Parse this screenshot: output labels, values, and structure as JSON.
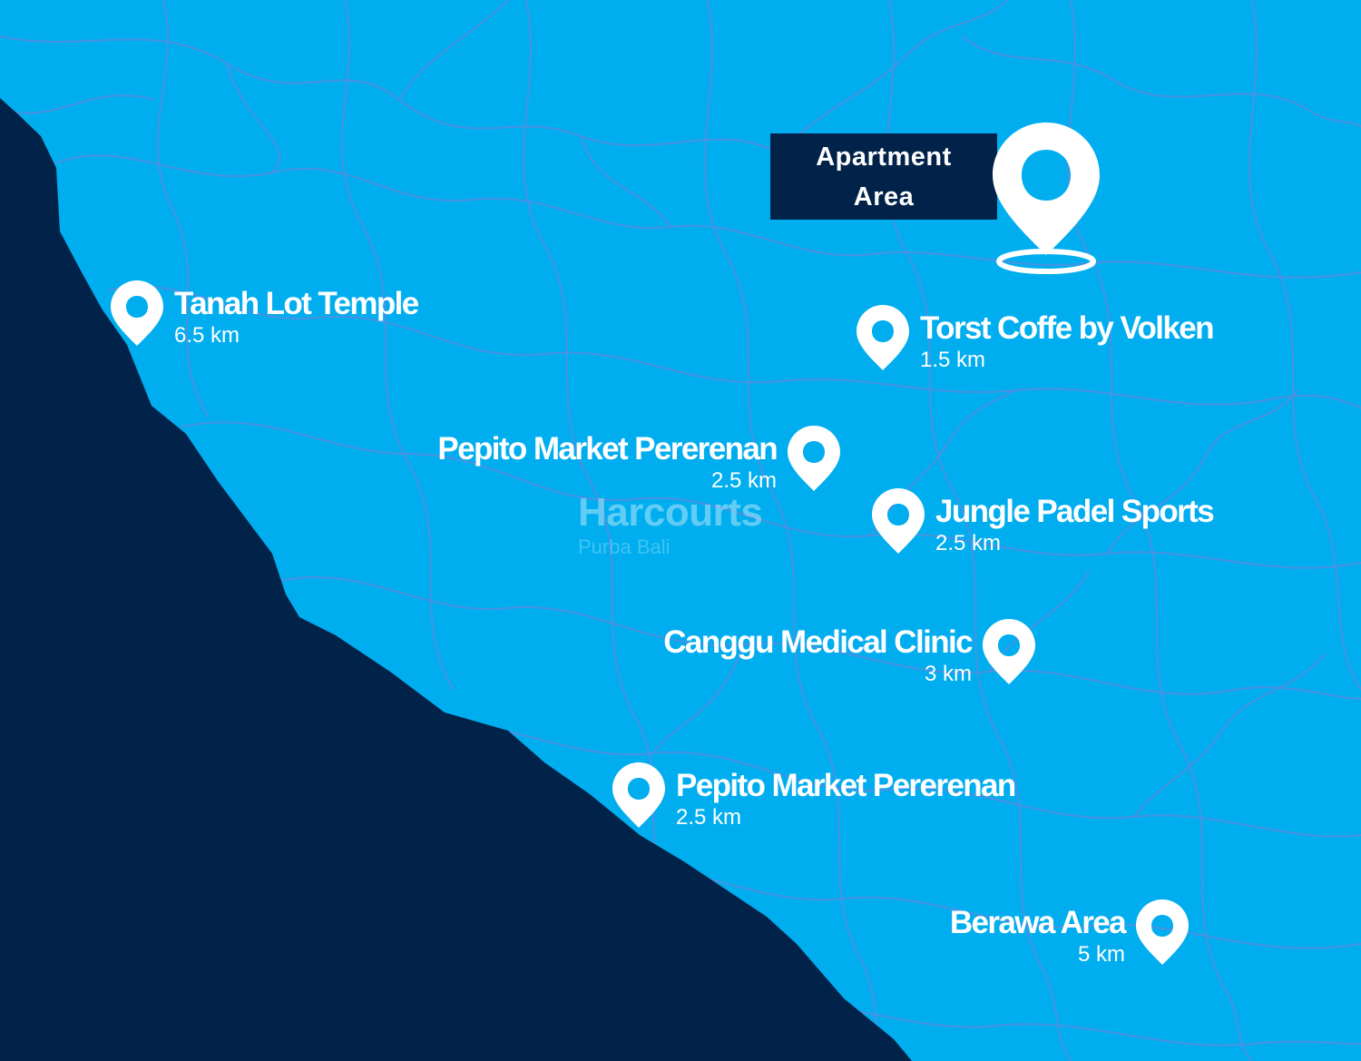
{
  "colors": {
    "land": "#00aeef",
    "sea": "#012249",
    "roads": "#4f8fe0",
    "pin": "#ffffff"
  },
  "watermark": {
    "brand": "Harcourts",
    "sub": "Purba Bali"
  },
  "apartment": {
    "line1": "Apartment",
    "line2": "Area",
    "icon": "location-pin-icon"
  },
  "places": [
    {
      "name": "Tanah Lot Temple",
      "distance": "6.5 km"
    },
    {
      "name": "Torst Coffe by Volken",
      "distance": "1.5 km"
    },
    {
      "name": "Pepito Market Pererenan",
      "distance": "2.5 km"
    },
    {
      "name": "Jungle Padel Sports",
      "distance": "2.5 km"
    },
    {
      "name": "Canggu Medical Clinic",
      "distance": "3 km"
    },
    {
      "name": "Pepito Market Pererenan",
      "distance": "2.5 km"
    },
    {
      "name": "Berawa Area",
      "distance": "5 km"
    }
  ]
}
